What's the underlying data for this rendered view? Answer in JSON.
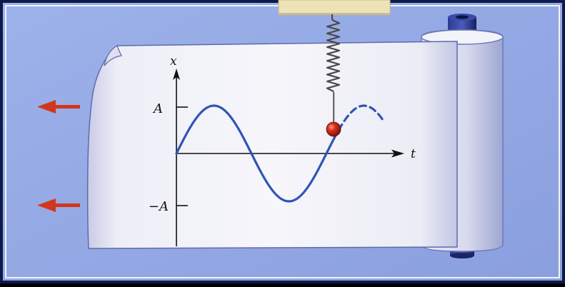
{
  "figure": {
    "axis_labels": {
      "vertical": "x",
      "horizontal": "t"
    },
    "tick_labels": {
      "positive": "A",
      "negative": "−A"
    },
    "icons": [
      "left-arrow-icon",
      "left-arrow-icon",
      "spring-icon",
      "mass-ball-icon",
      "paper-roll-icon"
    ],
    "colors": {
      "background": "#8FA6E2",
      "frame": "#0E1A4A",
      "paper": "#F3F3F9",
      "curve": "#2F55B5",
      "arrow": "#D2361C",
      "mass": "#C0221A",
      "roller": "#1F2D7A",
      "support": "#EDE3B8"
    }
  }
}
